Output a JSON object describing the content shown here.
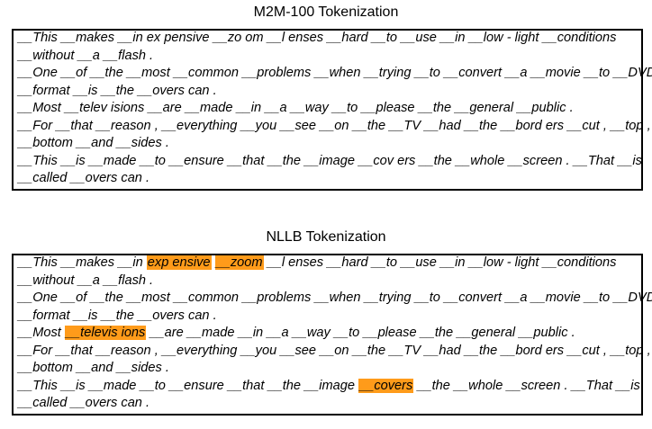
{
  "panels": [
    {
      "title": "M2M-100 Tokenization",
      "highlight_color": "#ff9b1a",
      "lines": [
        [
          {
            "t": "__This __makes __in ex pensive __zo om __l enses __hard __to __use __in __low - light __conditions"
          }
        ],
        [
          {
            "t": "__without __a __flash ."
          }
        ],
        [
          {
            "t": "__One __of __the __most __common __problems __when __trying __to __convert __a __movie __to __DVD"
          }
        ],
        [
          {
            "t": "__format __is __the __overs can ."
          }
        ],
        [
          {
            "t": "__Most __telev isions __are __made __in __a __way __to __please __the __general __public ."
          }
        ],
        [
          {
            "t": "__For __that __reason , __everything __you __see __on __the __TV __had __the __bord ers __cut , __top ,"
          }
        ],
        [
          {
            "t": "__bottom __and __sides ."
          }
        ],
        [
          {
            "t": "__This __is __made __to __ensure __that __the __image __cov ers __the __whole __screen . __That __is"
          }
        ],
        [
          {
            "t": "__called __overs can ."
          }
        ]
      ]
    },
    {
      "title": "NLLB Tokenization",
      "highlight_color": "#ff9b1a",
      "lines": [
        [
          {
            "t": "__This __makes __in "
          },
          {
            "t": "exp ensive",
            "h": true
          },
          {
            "t": " "
          },
          {
            "t": "__zoom",
            "h": true
          },
          {
            "t": " __l enses __hard __to __use __in __low - light __conditions"
          }
        ],
        [
          {
            "t": "__without __a __flash ."
          }
        ],
        [
          {
            "t": "__One __of __the __most __common __problems __when __trying __to __convert __a __movie __to __DVD"
          }
        ],
        [
          {
            "t": "__format __is __the __overs can ."
          }
        ],
        [
          {
            "t": "__Most "
          },
          {
            "t": "__televis ions",
            "h": true
          },
          {
            "t": " __are __made __in __a __way __to __please __the __general __public ."
          }
        ],
        [
          {
            "t": "__For __that __reason , __everything __you __see __on __the __TV __had __the __bord ers __cut , __top ,"
          }
        ],
        [
          {
            "t": "__bottom __and __sides ."
          }
        ],
        [
          {
            "t": "__This __is __made __to __ensure __that __the __image "
          },
          {
            "t": "__covers",
            "h": true
          },
          {
            "t": " __the __whole __screen . __That __is"
          }
        ],
        [
          {
            "t": "__called __overs can ."
          }
        ]
      ]
    }
  ]
}
